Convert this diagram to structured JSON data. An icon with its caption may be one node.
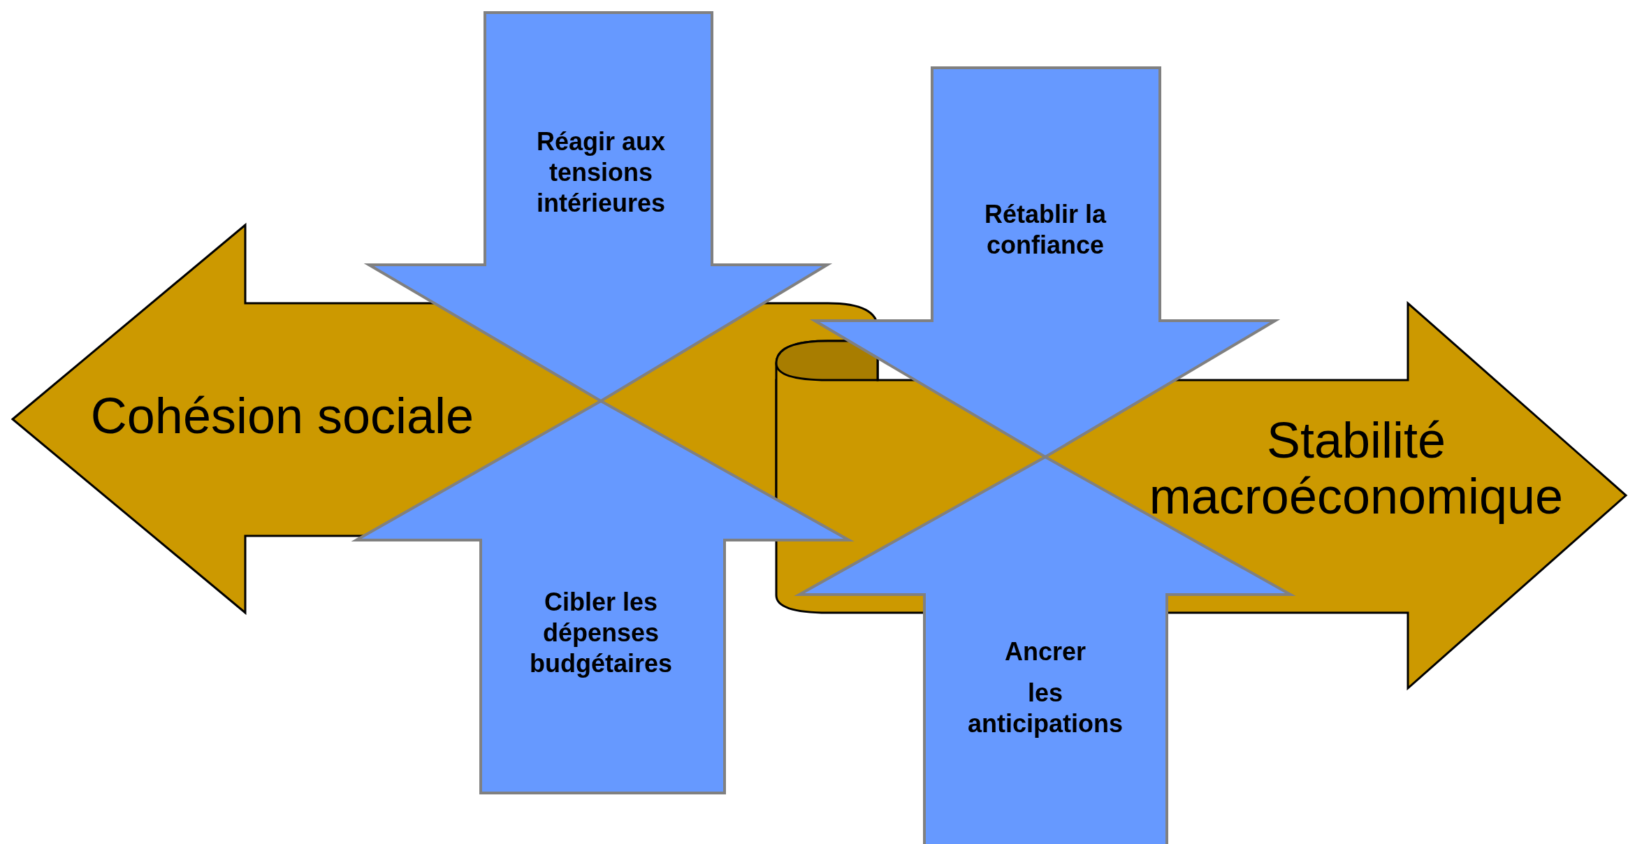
{
  "diagram": {
    "nodes": [
      {
        "text": [
          "Cohésion sociale"
        ]
      },
      {
        "text": [
          "Stabilité macroéconomique"
        ]
      },
      {
        "text": [
          "Réagir aux tensions intérieures"
        ]
      },
      {
        "text": [
          "Rétablir la confiance"
        ]
      },
      {
        "text": [
          "Cibler les dépenses budgétaires"
        ]
      },
      {
        "text": [
          "Ancrer",
          "les anticipations"
        ]
      }
    ]
  }
}
